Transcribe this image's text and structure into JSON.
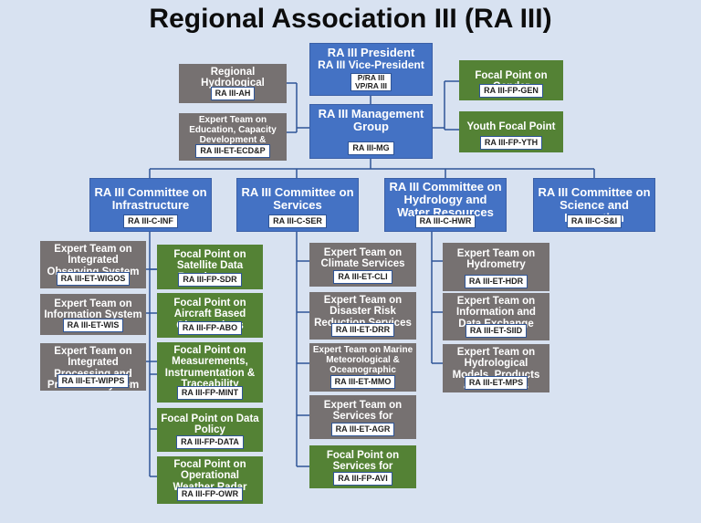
{
  "title": "Regional Association III (RA III)",
  "colors": {
    "blue": "#4472c4",
    "gray": "#767171",
    "green": "#548235",
    "line": "#2f5597",
    "background": "#d8e2f1"
  },
  "president": {
    "line1": "RA III President",
    "line2": "RA III Vice-President",
    "code1": "P/RA III",
    "code2": "VP/RA III"
  },
  "advisor": {
    "label": "Regional Hydrological Advisor",
    "code": "RA III-AH"
  },
  "et_ecdp": {
    "label": "Expert Team on Education, Capacity Development & Projects",
    "code": "RA III-ET-ECD&P"
  },
  "mg": {
    "label": "RA III Management Group",
    "code": "RA III-MG"
  },
  "fp_gen": {
    "label": "Focal Point on Gender",
    "code": "RA III-FP-GEN"
  },
  "fp_yth": {
    "label": "Youth Focal Point",
    "code": "RA III-FP-YTH"
  },
  "committees": {
    "inf": {
      "label": "RA III Committee on Infrastructure",
      "code": "RA III-C-INF"
    },
    "ser": {
      "label": "RA III Committee on Services",
      "code": "RA III-C-SER"
    },
    "hwr": {
      "label": "RA III Committee on Hydrology and Water Resources",
      "code": "RA III-C-HWR"
    },
    "si": {
      "label": "RA III Committee on Science and Innovation",
      "code": "RA III-C-S&I"
    }
  },
  "inf_teams": {
    "wigos": {
      "label": "Expert Team on Integrated Observing System",
      "code": "RA III-ET-WIGOS"
    },
    "wis": {
      "label": "Expert Team on Information System",
      "code": "RA III-ET-WIS"
    },
    "wipps": {
      "label": "Expert Team on Integrated Processing and Prediction System",
      "code": "RA III-ET-WIPPS"
    }
  },
  "inf_fps": {
    "sdr": {
      "label": "Focal Point on Satellite Data Requirement",
      "code": "RA III-FP-SDR"
    },
    "abo": {
      "label": "Focal Point on Aircraft Based Observations",
      "code": "RA III-FP-ABO"
    },
    "mint": {
      "label": "Focal Point on Measurements, Instrumentation & Traceability",
      "code": "RA III-FP-MINT"
    },
    "data": {
      "label": "Focal Point on Data Policy",
      "code": "RA III-FP-DATA"
    },
    "owr": {
      "label": "Focal Point on Operational Weather Radar",
      "code": "RA III-FP-OWR"
    }
  },
  "ser_items": {
    "cli": {
      "label": "Expert Team on Climate Services",
      "code": "RA III-ET-CLI"
    },
    "drr": {
      "label": "Expert Team on Disaster Risk Reduction Services",
      "code": "RA III-ET-DRR"
    },
    "mmo": {
      "label": "Expert Team on Marine Meteorological & Oceanographic Services",
      "code": "RA III-ET-MMO"
    },
    "agr": {
      "label": "Expert Team on Services for Agriculture",
      "code": "RA III-ET-AGR"
    },
    "avi": {
      "label": "Focal Point on Services for Aviation",
      "code": "RA III-FP-AVI"
    }
  },
  "hwr_teams": {
    "hdr": {
      "label": "Expert Team on Hydrometry",
      "code": "RA III-ET-HDR"
    },
    "siid": {
      "label": "Expert Team on Information and Data Exchange",
      "code": "RA III-ET-SIID"
    },
    "mps": {
      "label": "Expert Team on Hydrological Models, Products and Services",
      "code": "RA III-ET-MPS"
    }
  }
}
